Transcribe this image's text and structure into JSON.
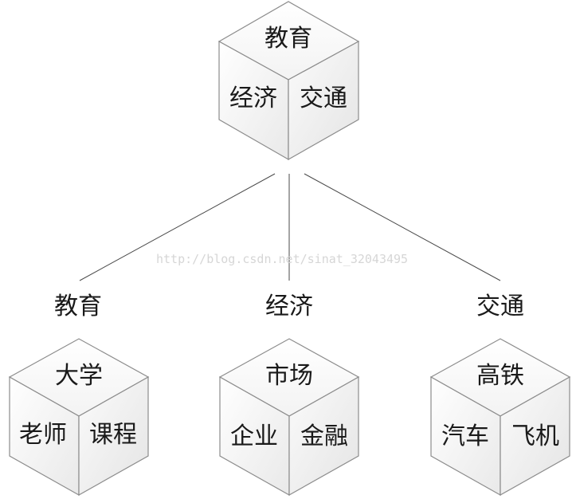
{
  "watermark": "http://blog.csdn.net/sinat_32043495",
  "root": {
    "top": "教育",
    "left": "经济",
    "right": "交通"
  },
  "branches": [
    {
      "label": "教育",
      "cube": {
        "top": "大学",
        "left": "老师",
        "right": "课程"
      }
    },
    {
      "label": "经济",
      "cube": {
        "top": "市场",
        "left": "企业",
        "right": "金融"
      }
    },
    {
      "label": "交通",
      "cube": {
        "top": "高铁",
        "left": "汽车",
        "right": "飞机"
      }
    }
  ]
}
